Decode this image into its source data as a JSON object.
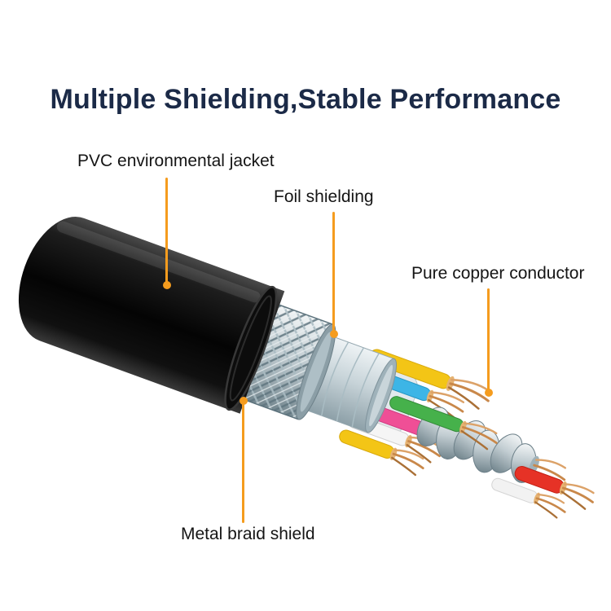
{
  "title": "Multiple Shielding,Stable Performance",
  "callouts": {
    "jacket": {
      "label": "PVC environmental jacket"
    },
    "foil": {
      "label": "Foil shielding"
    },
    "conductor": {
      "label": "Pure copper conductor"
    },
    "braid": {
      "label": "Metal braid shield"
    }
  },
  "colors": {
    "accent_orange": "#F59C1E",
    "title_text": "#1B2A47",
    "label_text": "#151515",
    "jacket_black": "#0A0A0A",
    "braid_silver": "#B9C6CB",
    "foil_silver": "#C8D4D9",
    "copper": "#C9884A",
    "wire_colors": [
      "#F3C516",
      "#3DB5E6",
      "#46B14B",
      "#EF4F96",
      "#F5F5F5",
      "#E63226"
    ]
  }
}
